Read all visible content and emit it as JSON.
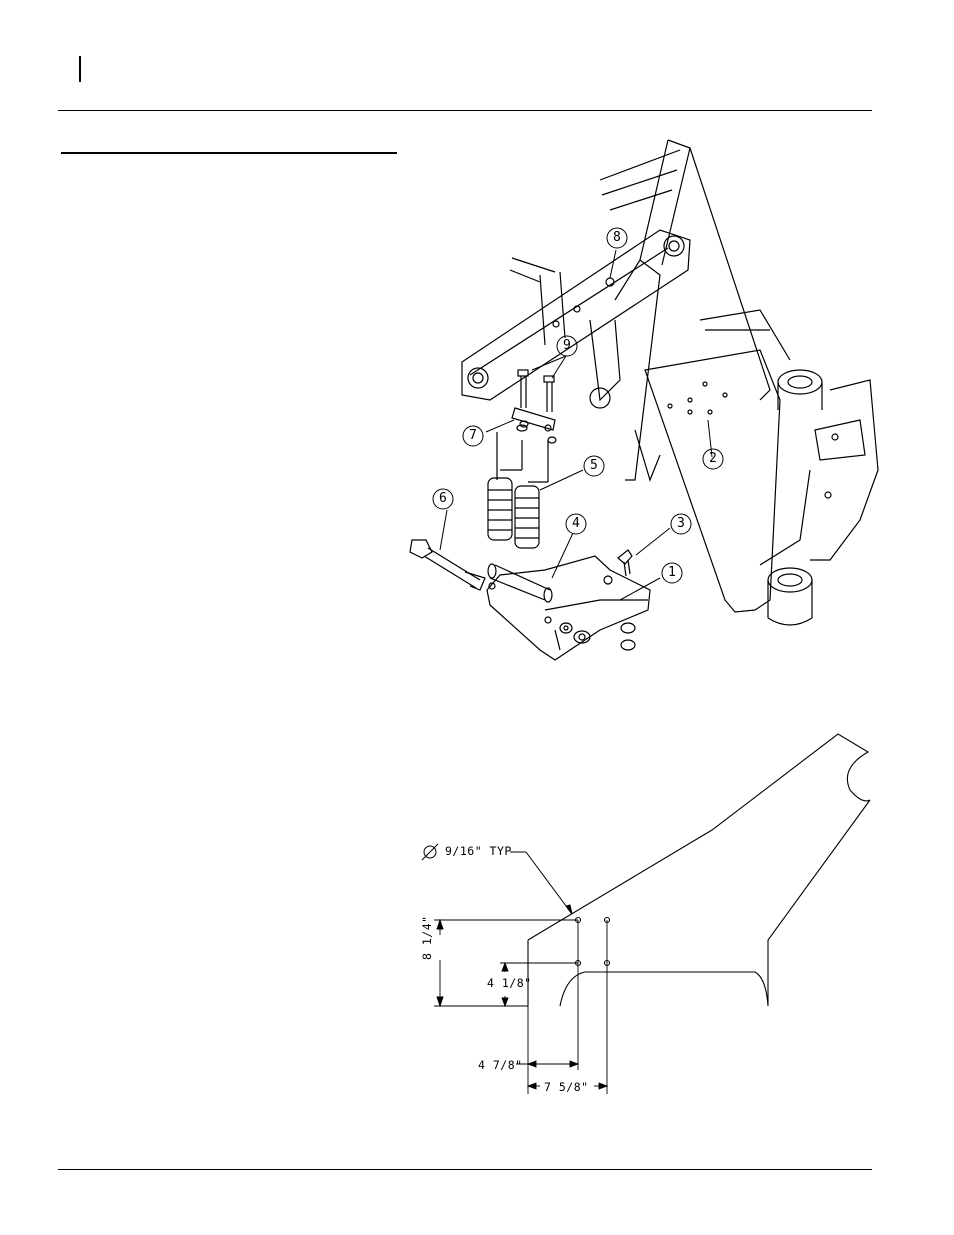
{
  "assembly": {
    "callouts": [
      "1",
      "2",
      "3",
      "4",
      "5",
      "6",
      "7",
      "8",
      "9"
    ]
  },
  "template": {
    "hole_spec": "9/16\" TYP",
    "dimensions": {
      "height_outer": "8 1/4\"",
      "height_inner": "4 1/8\"",
      "width_inner": "4 7/8\"",
      "width_outer": "7 5/8\""
    }
  }
}
